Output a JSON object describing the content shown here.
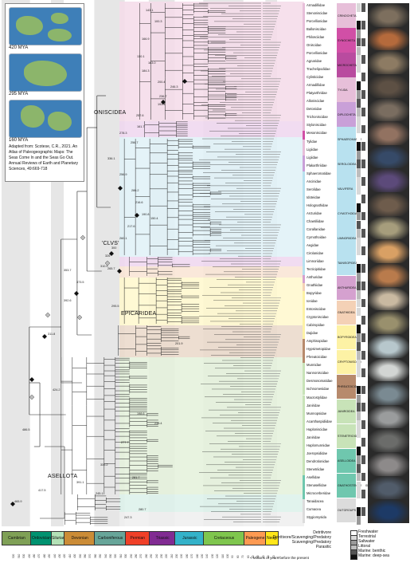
{
  "maps": [
    {
      "label": "420 MYA"
    },
    {
      "label": "295 MYA"
    },
    {
      "label": "160 MYA"
    }
  ],
  "map_credit": "Adapted from: Scotese, C.R., 2021. An Atlas of Paleogeographic Maps: The Seas Come In and the Seas Go Out. Annual Reviews of Earth and Planetary Sciences, 49:669-718",
  "major_clades": {
    "oniscidea": "ONISCIDEA",
    "clvs": "'CLVS'",
    "epicaridea": "EPICARIDEA",
    "asellota": "ASELLOTA"
  },
  "node_ages": [
    "143.1",
    "100.3",
    "166.9",
    "130.1",
    "184.3",
    "163.0",
    "200.4",
    "246.3",
    "236.7",
    "193.4",
    "257.6",
    "161.7",
    "278.3",
    "256.7",
    "336.1",
    "256.9",
    "286.2",
    "216.6",
    "190.8",
    "150.4",
    "217.6",
    "260.1",
    "300",
    "326",
    "310.9",
    "353.7",
    "265.7",
    "373.5",
    "392.6",
    "295.5",
    "311.8",
    "201.9",
    "424.2",
    "198.6",
    "238.4",
    "277.7",
    "335.2",
    "281.7",
    "391.1",
    "245.1",
    "486.5",
    "247.3",
    "417.5",
    "465.9",
    "280.7"
  ],
  "families": [
    {
      "name": "Armadillidae",
      "color": "#e7bfd9"
    },
    {
      "name": "Stenoniscidae",
      "color": "#e7bfd9"
    },
    {
      "name": "Porcellionidae",
      "color": "#e7bfd9"
    },
    {
      "name": "Balloniscidae",
      "color": "#e7bfd9"
    },
    {
      "name": "Philosciidae",
      "color": "#e7bfd9"
    },
    {
      "name": "Oniscidae",
      "color": "#e7bfd9"
    },
    {
      "name": "Porcellionidae",
      "color": "#e7bfd9"
    },
    {
      "name": "Agnaridae",
      "color": "#e7bfd9"
    },
    {
      "name": "Trachelipodidae",
      "color": "#e7bfd9"
    },
    {
      "name": "Cylisticidae",
      "color": "#e7bfd9"
    },
    {
      "name": "Armadillidae",
      "color": "#e7bfd9"
    },
    {
      "name": "Platyarthridae",
      "color": "#e7bfd9"
    },
    {
      "name": "Alloniscidae",
      "color": "#e7bfd9"
    },
    {
      "name": "Detonidae",
      "color": "#e7bfd9"
    },
    {
      "name": "Trichoniscidae",
      "color": "#e7bfd9"
    },
    {
      "name": "Styloniscidae",
      "color": "#e7bfd9"
    },
    {
      "name": "Mesoniscidae",
      "color": "#d14fa6"
    },
    {
      "name": "Tylidae",
      "color": "#e7bfd9"
    },
    {
      "name": "Ligiidae",
      "color": "#e7bfd9"
    },
    {
      "name": "Ligiidae",
      "color": "#c9a0d8"
    },
    {
      "name": "Plakarthriidae",
      "color": "#c9a0d8"
    },
    {
      "name": "Sphaeromatidae",
      "color": "#b8e1ef"
    },
    {
      "name": "Ancinidae",
      "color": "#b8e1ef"
    },
    {
      "name": "Serolidae",
      "color": "#b8e1ef"
    },
    {
      "name": "Idoteidae",
      "color": "#b8e1ef"
    },
    {
      "name": "Holognathidae",
      "color": "#b8e1ef"
    },
    {
      "name": "Arcturidae",
      "color": "#b8e1ef"
    },
    {
      "name": "Chaetiliidae",
      "color": "#b8e1ef"
    },
    {
      "name": "Corallanidae",
      "color": "#b8e1ef"
    },
    {
      "name": "Cymothoidae",
      "color": "#b8e1ef"
    },
    {
      "name": "Aegidae",
      "color": "#b8e1ef"
    },
    {
      "name": "Cirolanidae",
      "color": "#b8e1ef"
    },
    {
      "name": "Limnoriidae",
      "color": "#b8e1ef"
    },
    {
      "name": "Tecticipitidae",
      "color": "#b8e1ef"
    },
    {
      "name": "Anthuridae",
      "color": "#d5a1cf"
    },
    {
      "name": "Gnathiidae",
      "color": "#f4d1b6"
    },
    {
      "name": "Bopyridae",
      "color": "#fdf2a5"
    },
    {
      "name": "Ionidae",
      "color": "#fdf2a5"
    },
    {
      "name": "Entoniscidae",
      "color": "#fdf2a5"
    },
    {
      "name": "Cryptoniscidae",
      "color": "#fdf2a5"
    },
    {
      "name": "Cabiropidae",
      "color": "#fdf2a5"
    },
    {
      "name": "Dajidae",
      "color": "#fdf2a5"
    },
    {
      "name": "Amphisopidae",
      "color": "#b78a6c"
    },
    {
      "name": "Hypsimetopidae",
      "color": "#b78a6c"
    },
    {
      "name": "Phreatoicidae",
      "color": "#b78a6c"
    },
    {
      "name": "Munnidae",
      "color": "#c8e3b8"
    },
    {
      "name": "Nannoniscidae",
      "color": "#c8e3b8"
    },
    {
      "name": "Desmosomatidae",
      "color": "#c8e3b8"
    },
    {
      "name": "Ischnomesidae",
      "color": "#c8e3b8"
    },
    {
      "name": "Macrostylidae",
      "color": "#c8e3b8"
    },
    {
      "name": "Janiridae",
      "color": "#c8e3b8"
    },
    {
      "name": "Munnopsidae",
      "color": "#c8e3b8"
    },
    {
      "name": "Acanthaspidiidae",
      "color": "#c8e3b8"
    },
    {
      "name": "Haploniscidae",
      "color": "#c8e3b8"
    },
    {
      "name": "Janiridae",
      "color": "#c8e3b8"
    },
    {
      "name": "Haplomunnidae",
      "color": "#c8e3b8"
    },
    {
      "name": "Joeropsididae",
      "color": "#c8e3b8"
    },
    {
      "name": "Dendrotionidae",
      "color": "#c8e3b8"
    },
    {
      "name": "Stenetriidae",
      "color": "#c8e3b8"
    },
    {
      "name": "Asellidae",
      "color": "#6fc7ae"
    },
    {
      "name": "Stenasellidae",
      "color": "#6fc7ae"
    },
    {
      "name": "Microcerberidae",
      "color": "#6fc7ae"
    },
    {
      "name": "Tanaidacea",
      "color": "#dcdcdc"
    },
    {
      "name": "Cumacea",
      "color": "#dcdcdc"
    },
    {
      "name": "Stygiomysida",
      "color": "#dcdcdc"
    }
  ],
  "suborders": [
    {
      "name": "CRINOCHETA",
      "color": "#e7bfd9"
    },
    {
      "name": "SYNOCHETA",
      "color": "#d14fa6"
    },
    {
      "name": "MICROCHETA",
      "color": "#b94b9f"
    },
    {
      "name": "TYLIDA",
      "color": "#e7bfd9"
    },
    {
      "name": "DIPLOCHETA",
      "color": "#c9a0d8"
    },
    {
      "name": "SPHAEROMATIDEA",
      "color": "#b8e1ef"
    },
    {
      "name": "SEROLOIDEA",
      "color": "#b8e1ef"
    },
    {
      "name": "VALVIFERA",
      "color": "#b8e1ef"
    },
    {
      "name": "CYMOTHOIDA",
      "color": "#b8e1ef"
    },
    {
      "name": "LIMNORIIDEA",
      "color": "#b8e1ef"
    },
    {
      "name": "TAINISOPIDEA",
      "color": "#b8e1ef"
    },
    {
      "name": "ANTHURIDEA",
      "color": "#d5a1cf"
    },
    {
      "name": "GNATHIIDEA",
      "color": "#f4d1b6"
    },
    {
      "name": "BOPYROIDEA",
      "color": "#fdf2a5"
    },
    {
      "name": "CRYPTONISCOIDEA",
      "color": "#fdf2a5"
    },
    {
      "name": "PHREATOICIDEA",
      "color": "#b78a6c"
    },
    {
      "name": "JANIROIDEA",
      "color": "#c8e3b8"
    },
    {
      "name": "STENETRIOIDEA",
      "color": "#c8e3b8"
    },
    {
      "name": "ASELLOIDEA",
      "color": "#6fc7ae"
    },
    {
      "name": "GNATHOSTENETROIDEA",
      "color": "#6fc7ae"
    },
    {
      "name": "OUTGROUPS",
      "color": "#dcdcdc"
    }
  ],
  "timescale": {
    "periods": [
      {
        "name": "Cambrian",
        "color": "#7fa056",
        "start": 541,
        "end": 485
      },
      {
        "name": "Ordovician",
        "color": "#009270",
        "start": 485,
        "end": 444
      },
      {
        "name": "Silurian",
        "color": "#b3e1b6",
        "start": 444,
        "end": 419
      },
      {
        "name": "Devonian",
        "color": "#cb8c37",
        "start": 419,
        "end": 359
      },
      {
        "name": "Carboniferous",
        "color": "#67a599",
        "start": 359,
        "end": 299
      },
      {
        "name": "Permian",
        "color": "#f04028",
        "start": 299,
        "end": 252
      },
      {
        "name": "Triassic",
        "color": "#812b92",
        "start": 252,
        "end": 201
      },
      {
        "name": "Jurassic",
        "color": "#34b2c9",
        "start": 201,
        "end": 145
      },
      {
        "name": "Cretaceous",
        "color": "#7fc64e",
        "start": 145,
        "end": 66
      },
      {
        "name": "Paleogene",
        "color": "#fd9a52",
        "start": 66,
        "end": 23
      },
      {
        "name": "Neog.",
        "color": "#ffe619",
        "start": 23,
        "end": 0
      }
    ],
    "axis_caption": "< Millions of years before the present",
    "tick_values": [
      520,
      510,
      500,
      490,
      480,
      470,
      460,
      450,
      440,
      430,
      420,
      410,
      400,
      390,
      380,
      370,
      360,
      350,
      340,
      330,
      320,
      310,
      300,
      290,
      280,
      270,
      260,
      250,
      240,
      230,
      220,
      210,
      200,
      190,
      180,
      170,
      160,
      150,
      140,
      130,
      120,
      110,
      100,
      90,
      80,
      70,
      60,
      50,
      40,
      30,
      20,
      10,
      0
    ]
  },
  "legend": {
    "diet": [
      "Detritivore",
      "Detritivore/Scavenging/Predatory",
      "Scavenging/Predatory",
      "Parasitic"
    ],
    "habitat": [
      {
        "label": "Freshwater",
        "color": "#ffffff"
      },
      {
        "label": "Terrestrial",
        "color": "#d9d9d9"
      },
      {
        "label": "Saltwater",
        "color": "#9a9a9a"
      },
      {
        "label": "Littoral",
        "color": "#bdbdbd"
      },
      {
        "label": "Marine: benthic",
        "color": "#555555"
      },
      {
        "label": "Marine: deep-sea",
        "color": "#111111"
      }
    ]
  },
  "photo_tints": [
    "#7d6f5e",
    "#b56a3c",
    "#8d7b63",
    "#5d5044",
    "#7a6d60",
    "#927261",
    "#364a68",
    "#5c4a7a",
    "#6e5c4c",
    "#a69d7c",
    "#d9a064",
    "#b97b4c",
    "#c9b9a1",
    "#99906d",
    "#b7c7cc",
    "#d2d5d3",
    "#7a8a92",
    "#9a9c9d",
    "#6b6c6a",
    "#8d8a8a",
    "#515c6a",
    "#1d3a66"
  ]
}
